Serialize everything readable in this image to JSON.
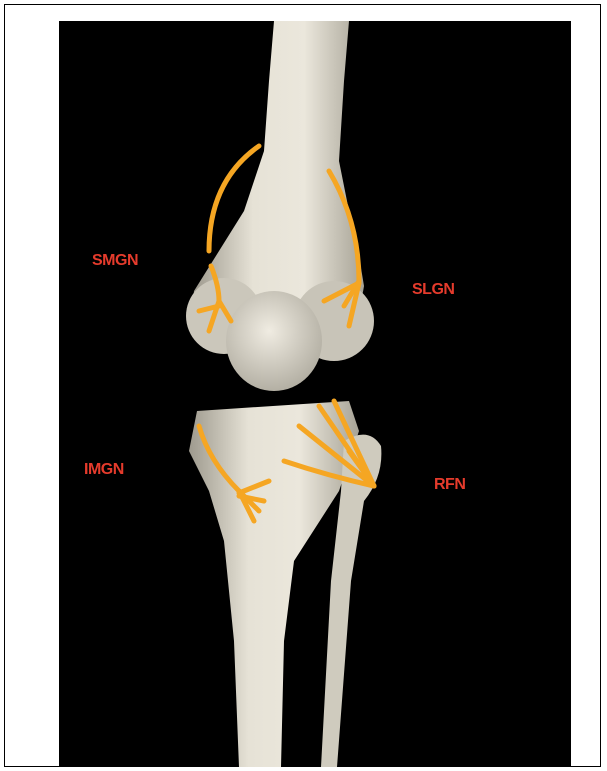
{
  "labels": {
    "smgn": "SMGN",
    "slgn": "SLGN",
    "imgn": "IMGN",
    "rfn": "RFN"
  },
  "colors": {
    "background": "#000000",
    "bone": "#dcd8cc",
    "nerve": "#f5a623",
    "label": "#e53b2c"
  }
}
